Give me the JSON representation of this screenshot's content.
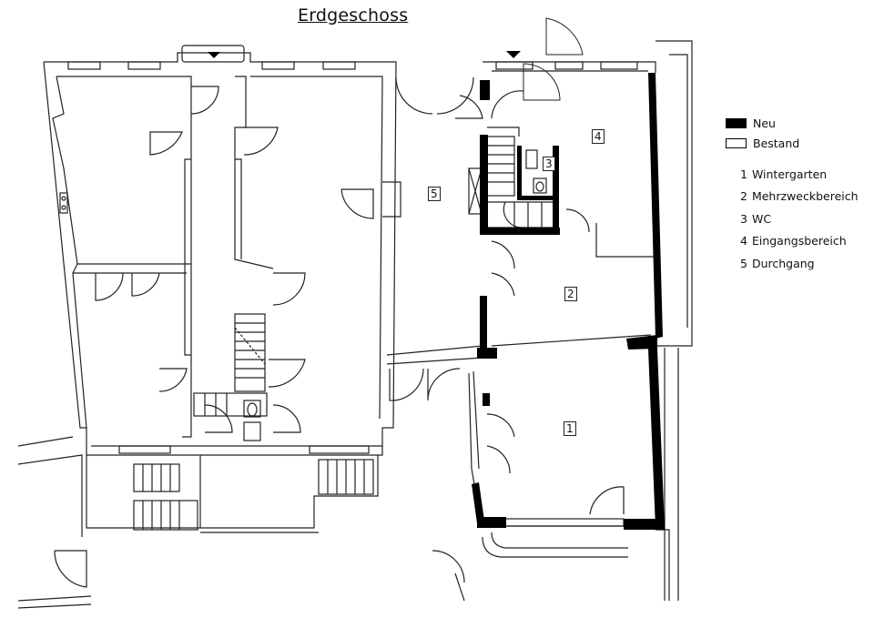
{
  "title": "Erdgeschoss",
  "legend": {
    "neu": "Neu",
    "bestand": "Bestand"
  },
  "rooms": [
    {
      "num": "1",
      "name": "Wintergarten"
    },
    {
      "num": "2",
      "name": "Mehrzweckbereich"
    },
    {
      "num": "3",
      "name": "WC"
    },
    {
      "num": "4",
      "name": "Eingangsbereich"
    },
    {
      "num": "5",
      "name": "Durchgang"
    }
  ],
  "colors": {
    "neu": "#000000",
    "bestand": "#ffffff",
    "line": "#222222"
  }
}
